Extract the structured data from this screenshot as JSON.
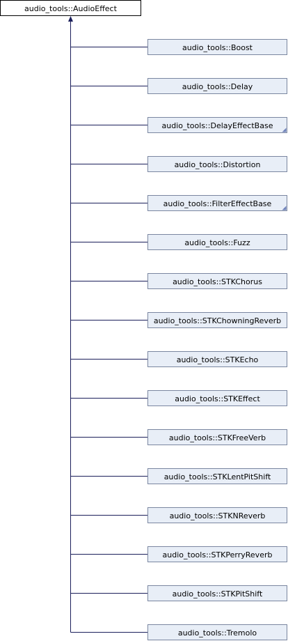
{
  "diagram": {
    "base_class": "audio_tools::AudioEffect",
    "derived_classes": [
      {
        "label": "audio_tools::Boost",
        "has_more": false
      },
      {
        "label": "audio_tools::Delay",
        "has_more": false
      },
      {
        "label": "audio_tools::DelayEffectBase",
        "has_more": true
      },
      {
        "label": "audio_tools::Distortion",
        "has_more": false
      },
      {
        "label": "audio_tools::FilterEffectBase",
        "has_more": true
      },
      {
        "label": "audio_tools::Fuzz",
        "has_more": false
      },
      {
        "label": "audio_tools::STKChorus",
        "has_more": false
      },
      {
        "label": "audio_tools::STKChowningReverb",
        "has_more": false
      },
      {
        "label": "audio_tools::STKEcho",
        "has_more": false
      },
      {
        "label": "audio_tools::STKEffect",
        "has_more": false
      },
      {
        "label": "audio_tools::STKFreeVerb",
        "has_more": false
      },
      {
        "label": "audio_tools::STKLentPitShift",
        "has_more": false
      },
      {
        "label": "audio_tools::STKNReverb",
        "has_more": false
      },
      {
        "label": "audio_tools::STKPerryReverb",
        "has_more": false
      },
      {
        "label": "audio_tools::STKPitShift",
        "has_more": false
      },
      {
        "label": "audio_tools::Tremolo",
        "has_more": false
      }
    ],
    "colors": {
      "base_fill": "#ffffff",
      "node_fill": "#e8eef7",
      "node_border": "#7a86a0",
      "edge": "#1a1e5a",
      "more_marker": "#6f82b9"
    }
  }
}
